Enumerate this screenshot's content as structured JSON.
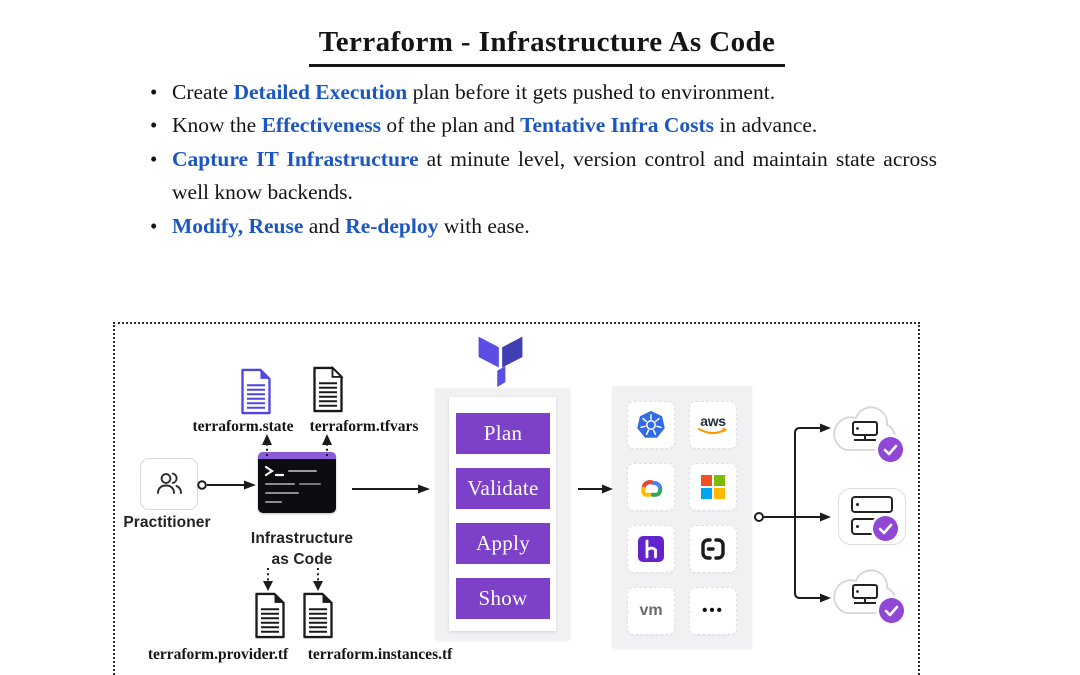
{
  "title": "Terraform - Infrastructure As Code",
  "bullets": {
    "b1": {
      "pre": "Create ",
      "em": "Detailed Execution",
      "post": " plan before it gets pushed to environment."
    },
    "b2": {
      "pre": "Know the ",
      "em": "Effectiveness",
      "mid": " of the plan and ",
      "em2": "Tentative Infra Costs",
      "post": " in advance."
    },
    "b3": {
      "em": "Capture IT Infrastructure",
      "post": " at minute level, version control and maintain state across well know backends."
    },
    "b4": {
      "em": "Modify, Reuse",
      "mid": " and ",
      "em2": "Re-deploy",
      "post": " with ease."
    }
  },
  "diagram": {
    "practitioner": {
      "label": "Practitioner"
    },
    "iac": {
      "line1": "Infrastructure",
      "line2": "as Code"
    },
    "files": {
      "state": "terraform.state",
      "tfvars": "terraform.tfvars",
      "provider": "terraform.provider.tf",
      "instances": "terraform.instances.tf"
    },
    "commands": [
      "Plan",
      "Validate",
      "Apply",
      "Show"
    ],
    "providers": {
      "aws_label": "aws",
      "vmware_label": "vm",
      "more_label": "•••",
      "names": [
        "kubernetes",
        "aws",
        "google-cloud",
        "microsoft",
        "heroku",
        "code-brackets",
        "vmware",
        "more"
      ]
    },
    "colors": {
      "accent_blue_text": "#1b56c2",
      "button_purple": "#7d40c8",
      "badge_purple": "#9147d6",
      "terminal_bar_purple": "#8a5cd8",
      "terraform_indigo_light": "#5C4EE5",
      "terraform_indigo_dark": "#4040B2",
      "kubernetes_blue": "#326CE5",
      "aws_orange": "#FF9900",
      "heroku_purple": "#6322cc"
    }
  }
}
